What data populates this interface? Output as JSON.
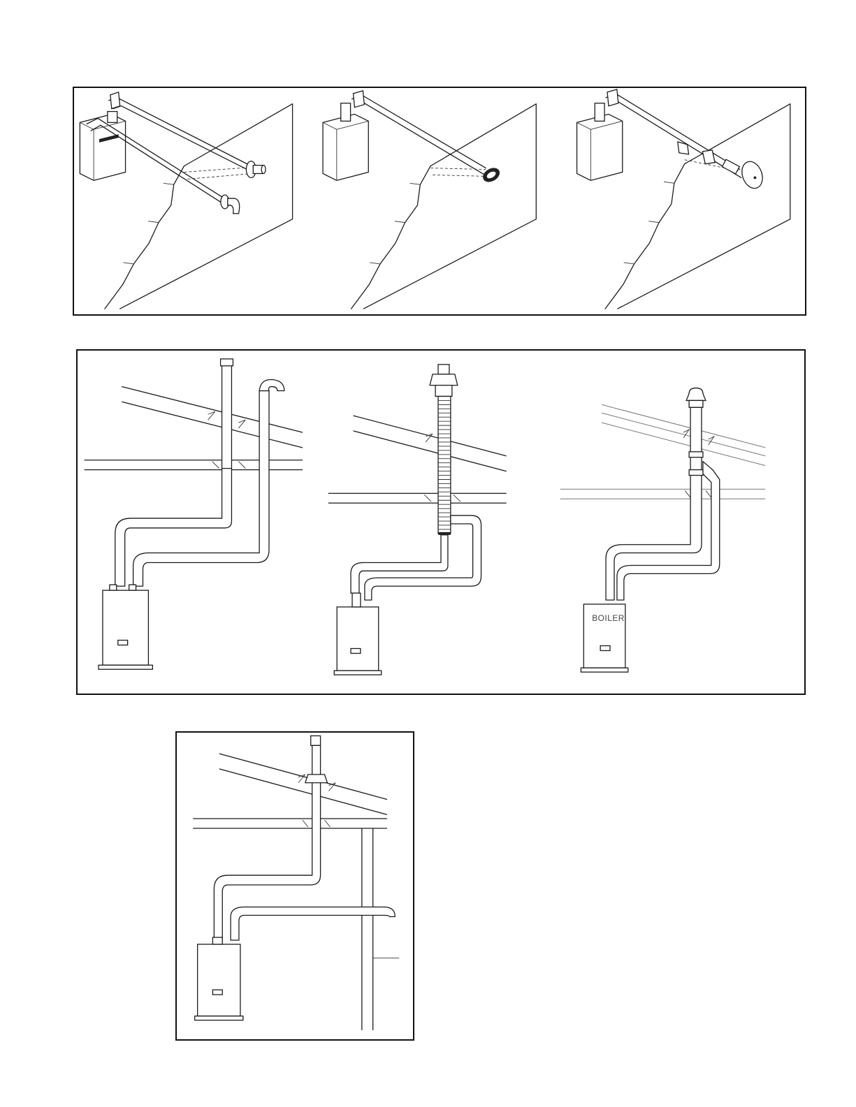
{
  "figure": {
    "panels": [
      {
        "id": "top",
        "content": "sidewall-vent-installations",
        "views": 3
      },
      {
        "id": "middle",
        "content": "vertical-roof-vent-installations",
        "views": 3
      },
      {
        "id": "bottom",
        "content": "vertical-vent-with-sidewall-air-intake",
        "views": 1
      }
    ],
    "boiler_label": "BOILER"
  }
}
